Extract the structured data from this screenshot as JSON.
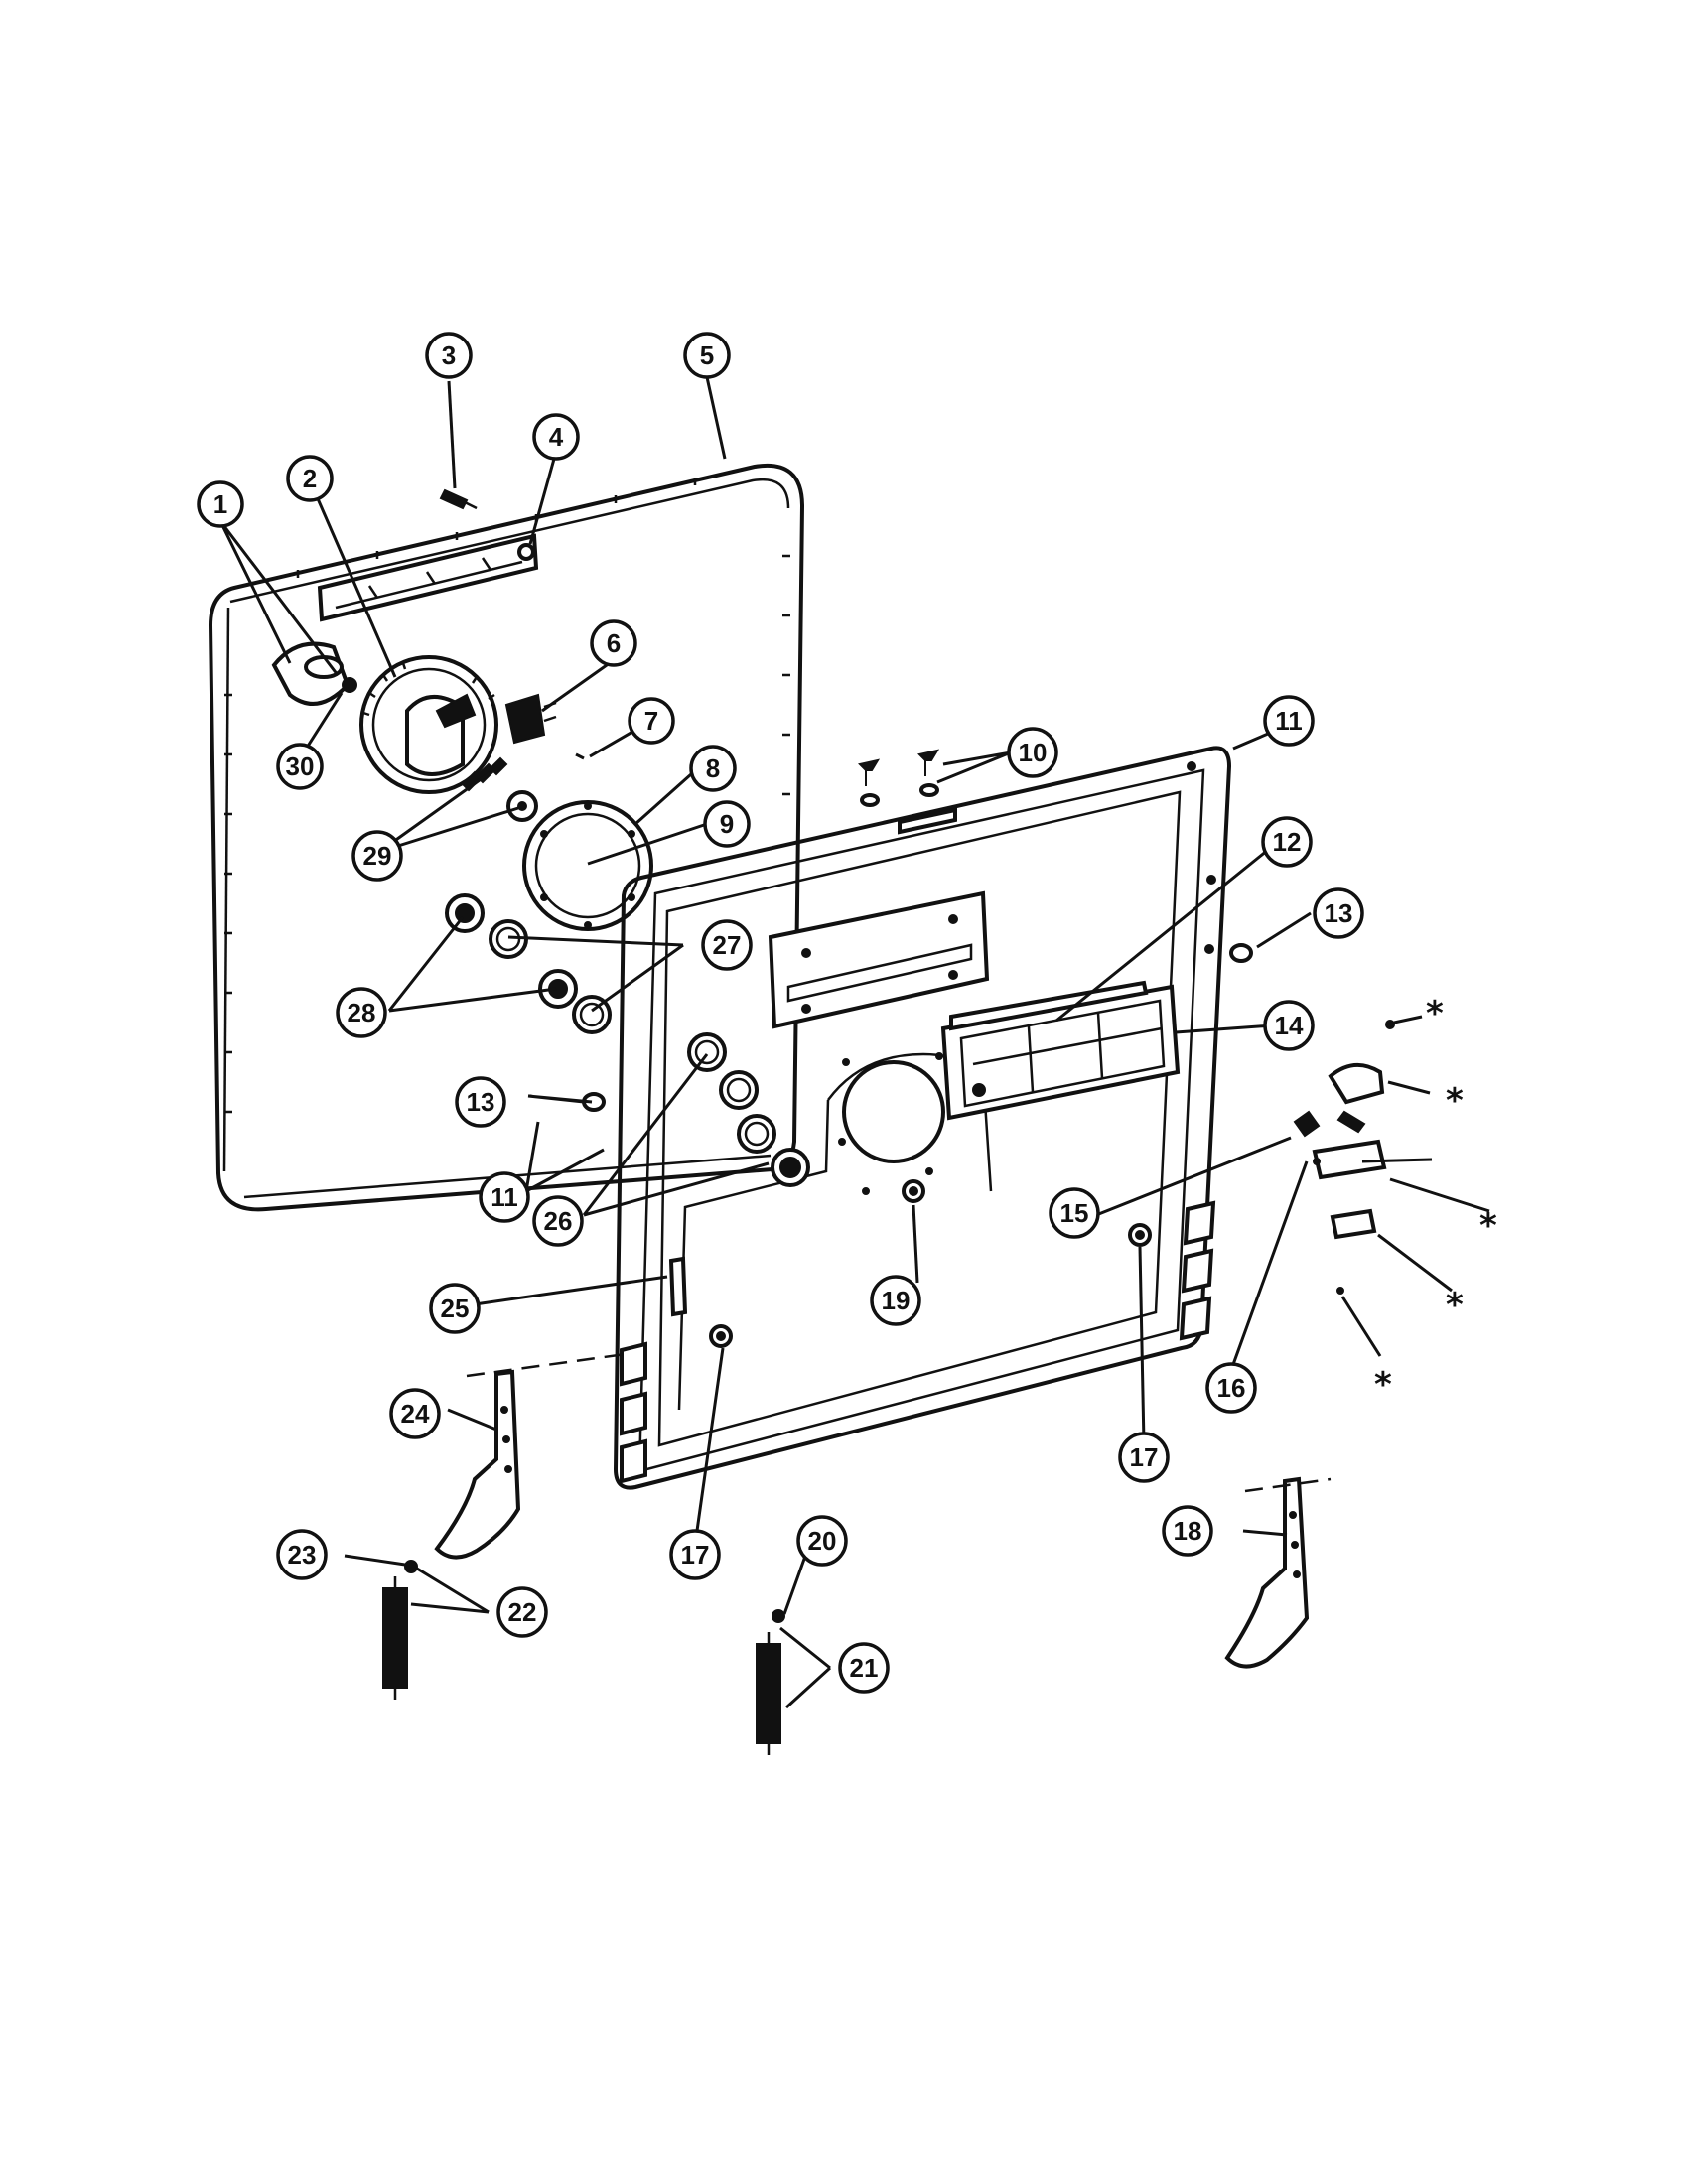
{
  "callouts": [
    {
      "id": "c1",
      "label": "1"
    },
    {
      "id": "c2",
      "label": "2"
    },
    {
      "id": "c3",
      "label": "3"
    },
    {
      "id": "c4",
      "label": "4"
    },
    {
      "id": "c5",
      "label": "5"
    },
    {
      "id": "c6",
      "label": "6"
    },
    {
      "id": "c7",
      "label": "7"
    },
    {
      "id": "c8",
      "label": "8"
    },
    {
      "id": "c9",
      "label": "9"
    },
    {
      "id": "c10",
      "label": "10"
    },
    {
      "id": "c11a",
      "label": "11"
    },
    {
      "id": "c11b",
      "label": "11"
    },
    {
      "id": "c12",
      "label": "12"
    },
    {
      "id": "c13a",
      "label": "13"
    },
    {
      "id": "c13b",
      "label": "13"
    },
    {
      "id": "c14",
      "label": "14"
    },
    {
      "id": "c15",
      "label": "15"
    },
    {
      "id": "c16",
      "label": "16"
    },
    {
      "id": "c17a",
      "label": "17"
    },
    {
      "id": "c17b",
      "label": "17"
    },
    {
      "id": "c18",
      "label": "18"
    },
    {
      "id": "c19",
      "label": "19"
    },
    {
      "id": "c20",
      "label": "20"
    },
    {
      "id": "c21",
      "label": "21"
    },
    {
      "id": "c22",
      "label": "22"
    },
    {
      "id": "c23",
      "label": "23"
    },
    {
      "id": "c24",
      "label": "24"
    },
    {
      "id": "c25",
      "label": "25"
    },
    {
      "id": "c26",
      "label": "26"
    },
    {
      "id": "c27",
      "label": "27"
    },
    {
      "id": "c28",
      "label": "28"
    },
    {
      "id": "c29",
      "label": "29"
    },
    {
      "id": "c30",
      "label": "30"
    }
  ],
  "asterisk": "*"
}
